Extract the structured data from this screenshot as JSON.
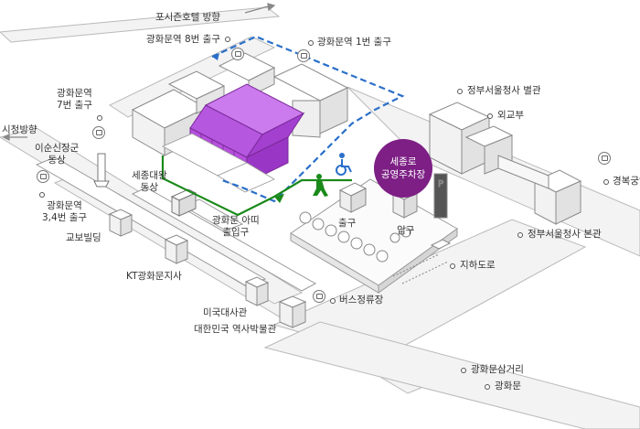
{
  "colors": {
    "palace": "#b84ee0",
    "palace_dark": "#7a2a98",
    "parking": "#7d1f85",
    "walk_route": "#1a8a1a",
    "drive_route": "#2a6fc9",
    "accessible": "#2a6fc9",
    "road": "#f2f2f2",
    "road_line": "#b5b5b5",
    "building": "#ffffff",
    "building_line": "#8a8a8a"
  },
  "labels": {
    "four_seasons": "포시즌호텔 방향",
    "gwanghwamun_exit8": "광화문역 8번 출구",
    "gwanghwamun_exit1": "광화문역 1번 출구",
    "gwanghwamun_exit7_line1": "광화문역",
    "gwanghwamun_exit7_line2": "7번 출구",
    "city_hall": "시청방향",
    "yisunsin_line1": "이순신장군",
    "yisunsin_line2": "동상",
    "gwanghwamun_exit34_line1": "광화문역",
    "gwanghwamun_exit34_line2": "3,4번 출구",
    "sejong_statue_line1": "세종대왕",
    "sejong_statue_line2": "동상",
    "kyobo": "교보빌딩",
    "kt": "KT광화문지사",
    "arcade_line1": "광화문 아띠",
    "arcade_line2": "출입구",
    "parking_line1": "세종로",
    "parking_line2": "공영주차장",
    "exit": "출구",
    "entrance": "입구",
    "gov_annex": "정부서울청사 별관",
    "foreign_ministry": "외교부",
    "gyeongbokgung": "경복궁역",
    "gov_main": "정부서울청사 본관",
    "underpass": "지하도로",
    "bus_stop": "버스정류장",
    "us_embassy": "미국대사관",
    "history_museum": "대한민국 역사박물관",
    "gwanghwamun_junction": "광화문삼거리",
    "gwanghwamun_gate": "광화문"
  },
  "icons": {
    "north_arrow": "arrow-up-icon",
    "west_arrow": "arrow-left-icon",
    "walker": "pedestrian-icon",
    "wheelchair": "wheelchair-icon",
    "parking_sign": "parking-icon",
    "subway": "subway-icon"
  }
}
